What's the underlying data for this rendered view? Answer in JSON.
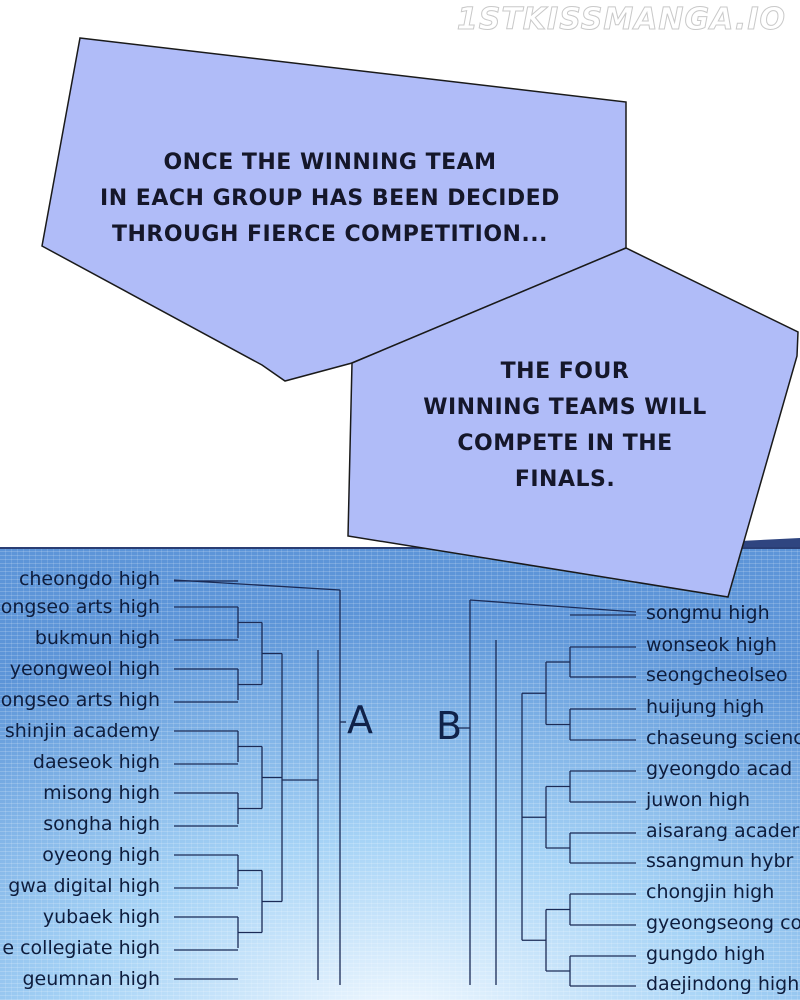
{
  "watermark": "1STKISSMANGA.IO",
  "bubbles": [
    {
      "lines": [
        "ONCE THE WINNING TEAM",
        "IN EACH GROUP HAS BEEN DECIDED",
        "THROUGH FIERCE COMPETITION..."
      ]
    },
    {
      "lines": [
        "THE FOUR",
        "WINNING TEAMS WILL",
        "COMPETE IN THE",
        "FINALS."
      ]
    }
  ],
  "bracket": {
    "group_a": {
      "label": "A",
      "teams": [
        "cheongdo high",
        "ongseo arts high",
        "bukmun high",
        "yeongweol high",
        "ongseo arts high",
        "shinjin academy",
        "daeseok high",
        "misong high",
        "songha high",
        "oyeong high",
        "gwa digital high",
        "yubaek high",
        "e collegiate high",
        "geumnan high"
      ]
    },
    "group_b": {
      "label": "B",
      "teams": [
        "songmu high",
        "wonseok high",
        "seongcheolseo",
        "huijung high",
        "chaseung scienc",
        "gyeongdo acad",
        "juwon high",
        "aisarang acader",
        "ssangmun hybr",
        "chongjin high",
        "gyeongseong co",
        "gungdo high",
        "daejindong high"
      ]
    }
  },
  "colors": {
    "bubble": "#b0bcf8",
    "bubble_border": "#1a1a1a",
    "board_bg": "#8ec4ee",
    "board_dark": "#5a8cd0",
    "line": "#1a2a55",
    "header_strip": "#334a8a"
  }
}
